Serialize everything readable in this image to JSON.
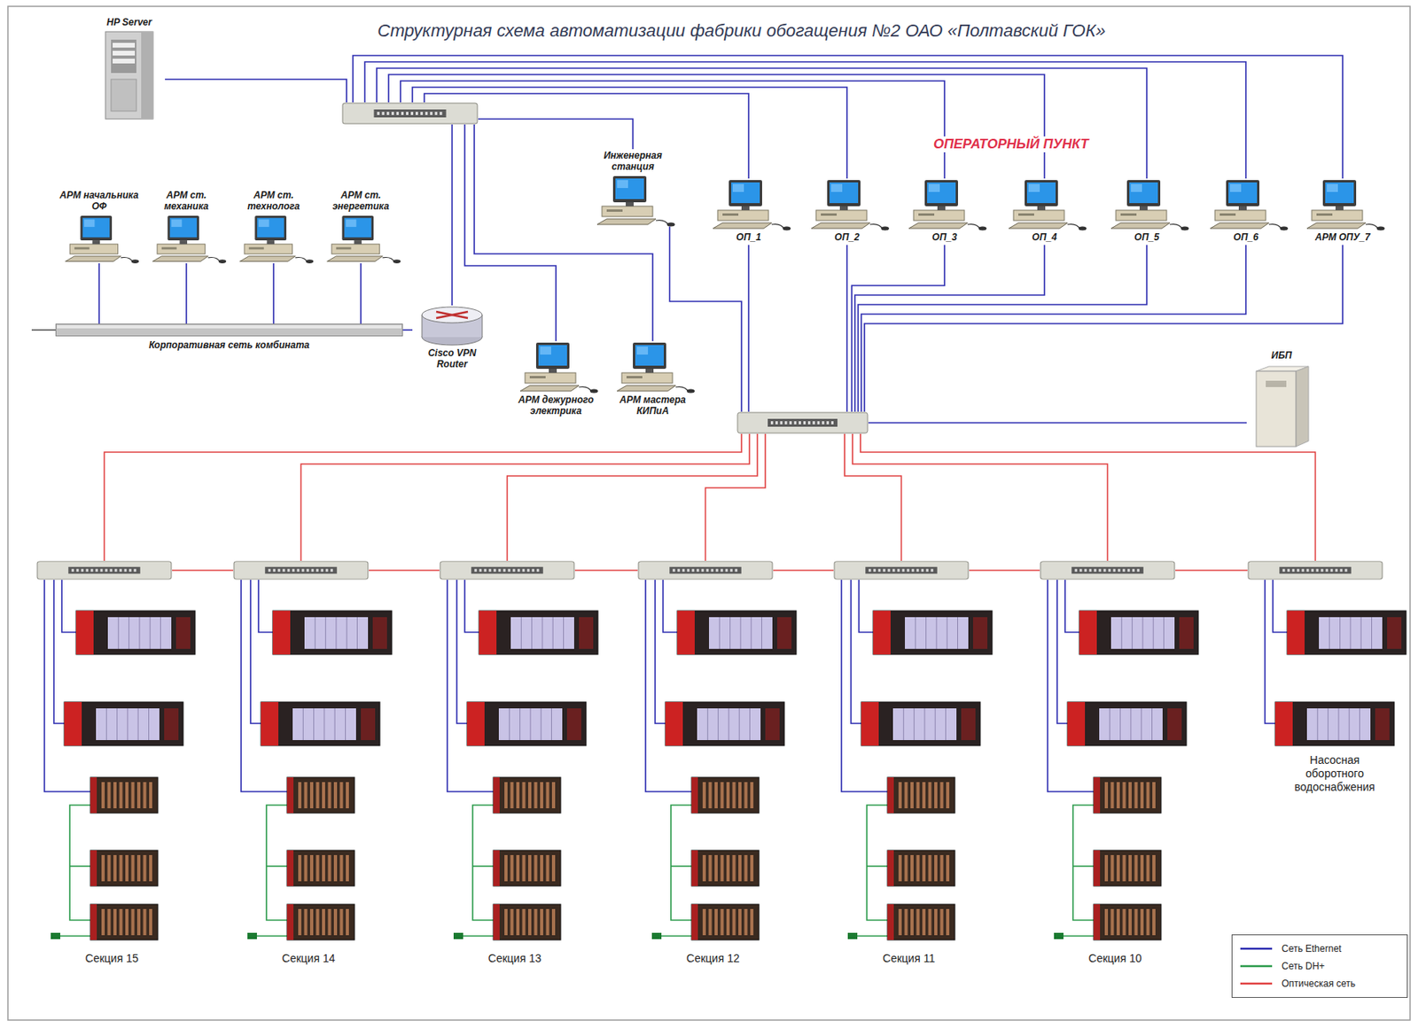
{
  "diagram": {
    "title": "Структурная схема автоматизации фабрики обогащения №2 ОАО «Полтавский ГОК»",
    "nodes": [
      {
        "text": [
          "HP Server"
        ]
      },
      {
        "text": []
      },
      {
        "text": [
          "АРМ начальника ОФ"
        ]
      },
      {
        "text": [
          "АРМ ст. механика"
        ]
      },
      {
        "text": [
          "АРМ ст. технолога"
        ]
      },
      {
        "text": [
          "АРМ ст. энергетика"
        ]
      },
      {
        "text": [
          "Корпоративная сеть комбината"
        ]
      },
      {
        "text": [
          "Cisco VPN Router"
        ]
      },
      {
        "text": [
          "Инженерная станция"
        ]
      },
      {
        "text": [
          "ОП_1"
        ]
      },
      {
        "text": [
          "ОП_2"
        ]
      },
      {
        "text": [
          "ОП_3"
        ]
      },
      {
        "text": [
          "ОП_4"
        ]
      },
      {
        "text": [
          "ОП_5"
        ]
      },
      {
        "text": [
          "ОП_6"
        ]
      },
      {
        "text": [
          "АРМ ОПУ_7"
        ]
      },
      {
        "text": [
          "АРМ дежурного электрика"
        ]
      },
      {
        "text": [
          "АРМ мастера КИПиА"
        ]
      },
      {
        "text": [
          "ИБП"
        ]
      },
      {
        "text": []
      },
      {
        "text": []
      },
      {
        "text": []
      },
      {
        "text": []
      },
      {
        "text": []
      },
      {
        "text": []
      },
      {
        "text": []
      },
      {
        "text": []
      }
    ],
    "edges": [
      {
        "from": 0,
        "to": 1,
        "arrow": "none"
      },
      {
        "from": 2,
        "to": 6,
        "arrow": "none"
      },
      {
        "from": 3,
        "to": 6,
        "arrow": "none"
      },
      {
        "from": 4,
        "to": 6,
        "arrow": "none"
      },
      {
        "from": 5,
        "to": 6,
        "arrow": "none"
      },
      {
        "from": 6,
        "to": 7,
        "arrow": "none"
      },
      {
        "from": 1,
        "to": 7,
        "arrow": "none"
      },
      {
        "from": 1,
        "to": 8,
        "arrow": "none"
      },
      {
        "from": 1,
        "to": 9,
        "arrow": "none"
      },
      {
        "from": 1,
        "to": 10,
        "arrow": "none"
      },
      {
        "from": 1,
        "to": 11,
        "arrow": "none"
      },
      {
        "from": 1,
        "to": 12,
        "arrow": "none"
      },
      {
        "from": 1,
        "to": 13,
        "arrow": "none"
      },
      {
        "from": 1,
        "to": 14,
        "arrow": "none"
      },
      {
        "from": 1,
        "to": 15,
        "arrow": "none"
      },
      {
        "from": 1,
        "to": 16,
        "arrow": "none"
      },
      {
        "from": 1,
        "to": 17,
        "arrow": "none"
      },
      {
        "from": 19,
        "to": 8,
        "arrow": "none"
      },
      {
        "from": 19,
        "to": 9,
        "arrow": "none"
      },
      {
        "from": 19,
        "to": 10,
        "arrow": "none"
      },
      {
        "from": 19,
        "to": 11,
        "arrow": "none"
      },
      {
        "from": 19,
        "to": 12,
        "arrow": "none"
      },
      {
        "from": 19,
        "to": 13,
        "arrow": "none"
      },
      {
        "from": 19,
        "to": 14,
        "arrow": "none"
      },
      {
        "from": 19,
        "to": 15,
        "arrow": "none"
      },
      {
        "from": 19,
        "to": 18,
        "arrow": "none"
      },
      {
        "from": 19,
        "to": 20,
        "arrow": "none"
      },
      {
        "from": 19,
        "to": 21,
        "arrow": "none"
      },
      {
        "from": 19,
        "to": 22,
        "arrow": "none"
      },
      {
        "from": 19,
        "to": 23,
        "arrow": "none"
      },
      {
        "from": 19,
        "to": 24,
        "arrow": "none"
      },
      {
        "from": 19,
        "to": 25,
        "arrow": "none"
      },
      {
        "from": 19,
        "to": 26,
        "arrow": "none"
      },
      {
        "from": 20,
        "to": 21,
        "arrow": "none"
      },
      {
        "from": 21,
        "to": 22,
        "arrow": "none"
      },
      {
        "from": 22,
        "to": 23,
        "arrow": "none"
      },
      {
        "from": 23,
        "to": 24,
        "arrow": "none"
      },
      {
        "from": 24,
        "to": 25,
        "arrow": "none"
      },
      {
        "from": 25,
        "to": 26,
        "arrow": "none"
      }
    ],
    "labels": [
      "ОПЕРАТОРНЫЙ ПУНКТ",
      "Секция 15",
      "Секция 14",
      "Секция 13",
      "Секция 12",
      "Секция 11",
      "Секция 10",
      "Насосная оборотного водоснабжения"
    ],
    "legend": [
      {
        "text": "Сеть Ethernet"
      },
      {
        "text": "Сеть DH+"
      },
      {
        "text": "Оптическая сеть"
      }
    ]
  }
}
